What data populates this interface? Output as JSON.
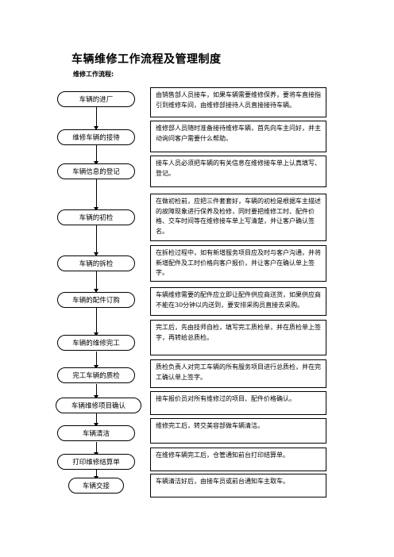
{
  "title": "车辆维修工作流程及管理制度",
  "subtitle": "维修工作流程:",
  "steps": [
    {
      "label": "车辆的进厂",
      "desc": "由销售部人员接车，如果车辆需要维修保养，要将车直接指引到维修车间，由维修部接待人员直接接待车辆。"
    },
    {
      "label": "维修车辆的接待",
      "desc": "维修部人员随时准备接待维修车辆，首先向车主问好，并主动询问客户需要什么帮助。"
    },
    {
      "label": "车辆信息的登记",
      "desc": "接车人员必须把车辆的有关信息在维修接车单上认真填写、登记。"
    },
    {
      "label": "车辆的初检",
      "desc": "在做初检前，应把三件套套好，车辆的初检是根据车主描述的故障现象进行保养及检修，同时要把维修工时、配件价格、交车时间等在维修接车单上写清楚，并让客户确认签名。"
    },
    {
      "label": "车辆的拆检",
      "desc": "在拆检过程中，如有新增服务项目应及时与客户沟通，并将新增配件及工时价格向客户报价，并让客户在确认单上签字。"
    },
    {
      "label": "车辆的配件订购",
      "desc": "车辆维修需要的配件应立即让配件供应商送货，如果供应商不能在30分钟以内送到，要安排采购员直接去采购。"
    },
    {
      "label": "车辆的维修完工",
      "desc": "完工后，先由技师自检，填写完工质检单，并在质检单上签字，再转给总质检。"
    },
    {
      "label": "完工车辆的质检",
      "desc": "质检负责人对完工车辆的所有服务项目进行总质检，并在完工确认单上签字。"
    },
    {
      "label": "车辆维修项目确认",
      "desc": "接车报价员对所有维修过的项目、配件价格确认。"
    },
    {
      "label": "车辆清洁",
      "desc": "维修完工后，转交美容部做车辆清洁。"
    },
    {
      "label": "打印维修结算单",
      "desc": "在维修车辆完工后，仓管通知前台打印结算单。"
    },
    {
      "label": "车辆交接",
      "desc": "车辆清洁好后，由接车员或前台通知车主取车。"
    }
  ]
}
